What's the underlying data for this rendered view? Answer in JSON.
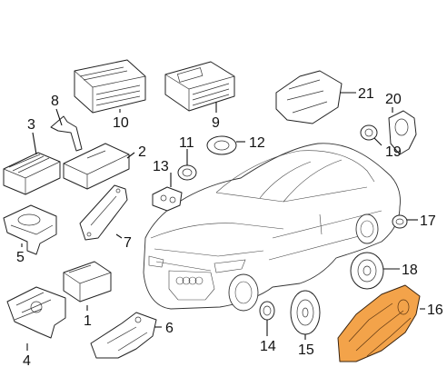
{
  "diagram": {
    "highlight_color": "#f3a34a",
    "callouts": [
      {
        "id": "1",
        "label": "1"
      },
      {
        "id": "2",
        "label": "2"
      },
      {
        "id": "3",
        "label": "3"
      },
      {
        "id": "4",
        "label": "4"
      },
      {
        "id": "5",
        "label": "5"
      },
      {
        "id": "6",
        "label": "6"
      },
      {
        "id": "7",
        "label": "7"
      },
      {
        "id": "8",
        "label": "8"
      },
      {
        "id": "9",
        "label": "9"
      },
      {
        "id": "10",
        "label": "10"
      },
      {
        "id": "11",
        "label": "11"
      },
      {
        "id": "12",
        "label": "12"
      },
      {
        "id": "13",
        "label": "13"
      },
      {
        "id": "14",
        "label": "14"
      },
      {
        "id": "15",
        "label": "15"
      },
      {
        "id": "16",
        "label": "16"
      },
      {
        "id": "17",
        "label": "17"
      },
      {
        "id": "18",
        "label": "18"
      },
      {
        "id": "19",
        "label": "19"
      },
      {
        "id": "20",
        "label": "20"
      },
      {
        "id": "21",
        "label": "21"
      }
    ],
    "highlighted_part": "16"
  }
}
